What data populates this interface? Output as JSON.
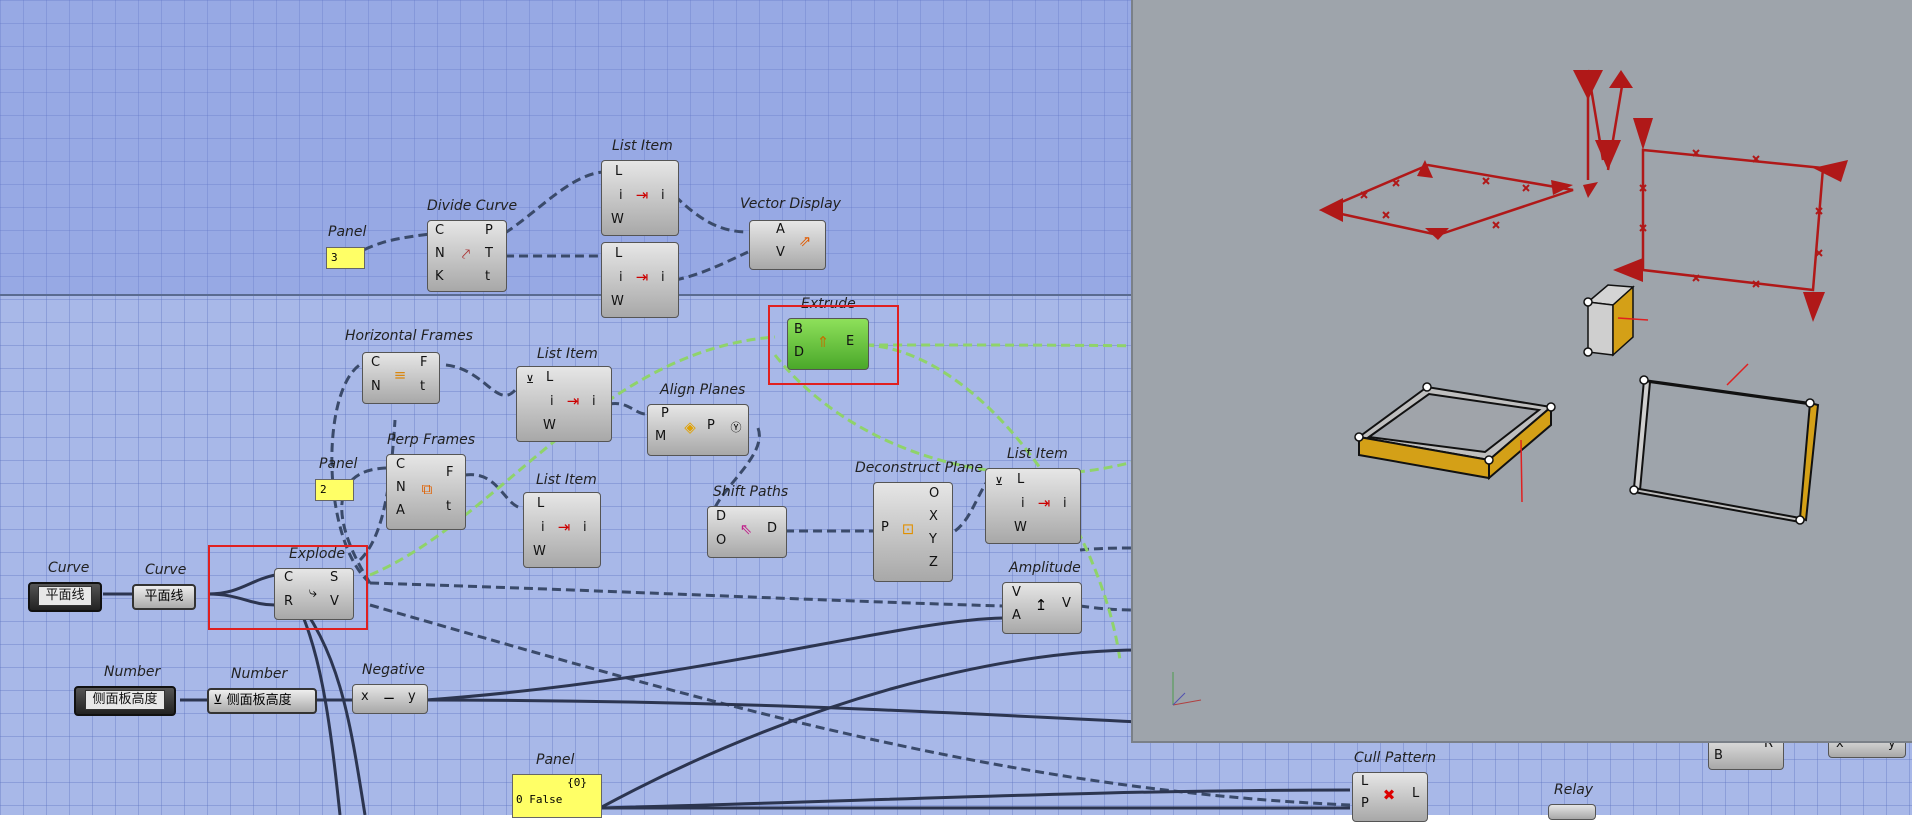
{
  "canvas": {
    "bg": "#a8b8e8"
  },
  "components": {
    "panel_top": {
      "title": "Panel",
      "value": "3"
    },
    "divide_curve": {
      "title": "Divide Curve",
      "in": [
        "C",
        "N",
        "K"
      ],
      "out": [
        "P",
        "T",
        "t"
      ]
    },
    "list_item_top1": {
      "title": "List Item",
      "in": [
        "L",
        "i",
        "W"
      ],
      "out": [
        "i"
      ]
    },
    "list_item_top2": {
      "in": [
        "L",
        "i",
        "W"
      ],
      "out": [
        "i"
      ]
    },
    "vector_display": {
      "title": "Vector Display",
      "in": [
        "A",
        "V"
      ]
    },
    "extrude": {
      "title": "Extrude",
      "in": [
        "B",
        "D"
      ],
      "out": [
        "E"
      ]
    },
    "horizontal_frames": {
      "title": "Horizontal Frames",
      "in": [
        "C",
        "N"
      ],
      "out": [
        "F",
        "t"
      ]
    },
    "list_item_mid": {
      "title": "List Item",
      "in": [
        "L",
        "i",
        "W"
      ],
      "out": [
        "i"
      ]
    },
    "align_planes": {
      "title": "Align Planes",
      "in": [
        "P",
        "M"
      ],
      "out": [
        "P"
      ]
    },
    "perp_frames": {
      "title": "Perp Frames",
      "in": [
        "C",
        "N",
        "A"
      ],
      "out": [
        "F",
        "t"
      ]
    },
    "panel_mid": {
      "title": "Panel",
      "value": "2"
    },
    "list_item_low": {
      "title": "List Item",
      "in": [
        "L",
        "i",
        "W"
      ],
      "out": [
        "i"
      ]
    },
    "shift_paths": {
      "title": "Shift Paths",
      "in": [
        "D",
        "O"
      ],
      "out": [
        "D"
      ]
    },
    "deconstruct_plane": {
      "title": "Deconstruct Plane",
      "in": [
        "P"
      ],
      "out": [
        "O",
        "X",
        "Y",
        "Z"
      ]
    },
    "list_item_right": {
      "title": "List Item",
      "in": [
        "L",
        "i",
        "W"
      ],
      "out": [
        "i"
      ]
    },
    "amplitude": {
      "title": "Amplitude",
      "in": [
        "V",
        "A"
      ],
      "out": [
        "V"
      ]
    },
    "curve_param_dark": {
      "title": "Curve",
      "value": "平面线"
    },
    "curve_param": {
      "title": "Curve",
      "value": "平面线"
    },
    "explode": {
      "title": "Explode",
      "in": [
        "C",
        "R"
      ],
      "out": [
        "S",
        "V"
      ]
    },
    "number_dark": {
      "title": "Number",
      "value": "侧面板高度"
    },
    "number_param": {
      "title": "Number",
      "value": "侧面板高度"
    },
    "negative": {
      "title": "Negative",
      "in": [
        "x"
      ],
      "out": [
        "y"
      ]
    },
    "panel_bottom": {
      "title": "Panel",
      "header": "{0}",
      "row_index": "0",
      "row_value": "False"
    },
    "cull_pattern": {
      "title": "Cull Pattern",
      "in": [
        "L",
        "P"
      ],
      "out": [
        "L"
      ]
    },
    "relay": {
      "title": "Relay"
    },
    "partial_comp_b": {
      "in": [
        "B"
      ],
      "out": [
        "R"
      ]
    },
    "partial_comp_xy": {
      "in": [
        "x"
      ],
      "out": [
        "y"
      ]
    }
  },
  "viewport": {
    "bg": "#9ea4ab",
    "curve_color": "#b01818",
    "panel_color": "#d4a017"
  }
}
